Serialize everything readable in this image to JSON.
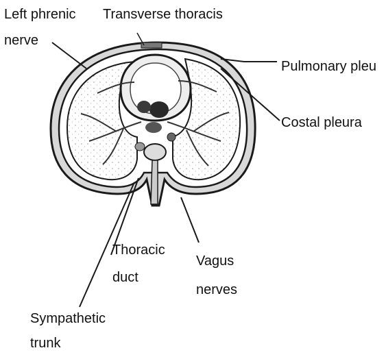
{
  "labels": {
    "left_phrenic_nerve": [
      "Left phrenic",
      "nerve"
    ],
    "transverse_thoracis": "Transverse thoracis",
    "pulmonary_pleura": "Pulmonary pleu",
    "costal_pleura": "Costal pleura",
    "thoracic_duct": [
      "Thoracic",
      "duct"
    ],
    "vagus_nerves": [
      "Vagus",
      "nerves"
    ],
    "sympathetic_trunk": [
      "Sympathetic",
      "trunk"
    ]
  },
  "colors": {
    "ink": "#1a1a1a",
    "lung_fill": "#f2f2f2",
    "tissue": "#555555"
  }
}
